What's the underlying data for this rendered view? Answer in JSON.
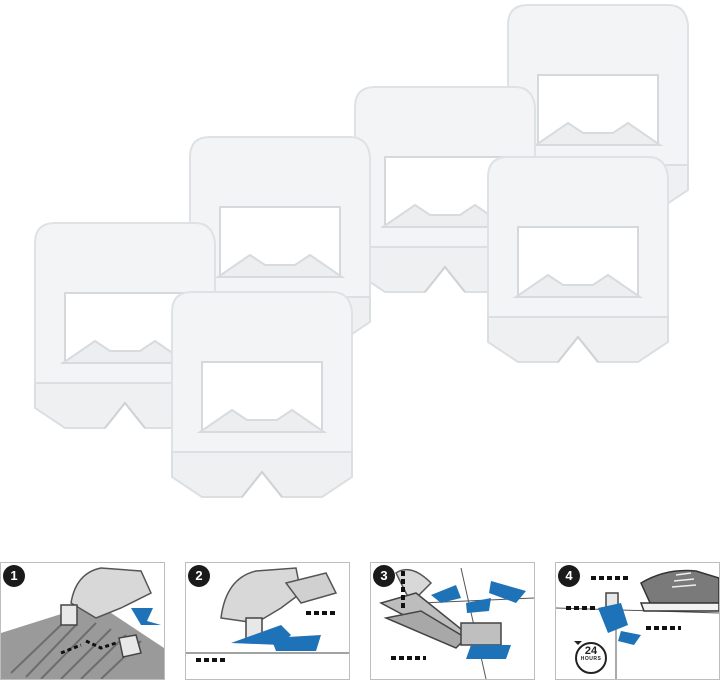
{
  "colors": {
    "accent_blue": "#1e73b8",
    "clip": "#f4f5f6",
    "dark": "#1a1a1a"
  },
  "product": {
    "name": "tile-leveling-clips",
    "count": 6
  },
  "steps": [
    {
      "number": "1",
      "icon": "clip-insert-icon"
    },
    {
      "number": "2",
      "icon": "wedge-insert-icon"
    },
    {
      "number": "3",
      "icon": "pliers-tighten-icon"
    },
    {
      "number": "4",
      "icon": "kick-remove-icon",
      "timer_value": "24",
      "timer_unit": "HOURS"
    }
  ]
}
